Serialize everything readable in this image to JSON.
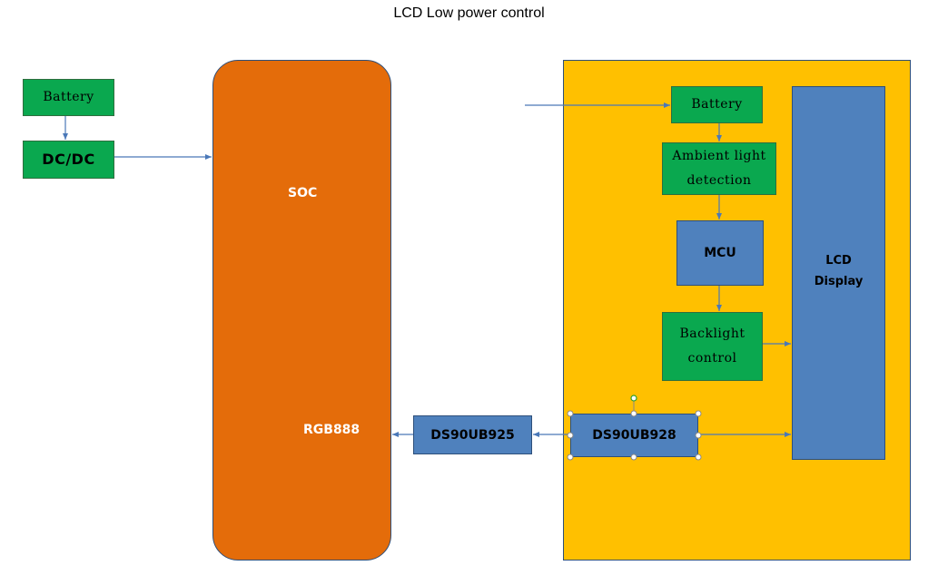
{
  "title": "LCD Low power control",
  "left": {
    "battery": "Battery",
    "dcdc": "DC/DC"
  },
  "soc": {
    "label": "SOC",
    "port": "RGB888"
  },
  "serializer": "DS90UB925",
  "panel": {
    "battery": "Battery",
    "ambient_line1": "Ambient light",
    "ambient_line2": "detection",
    "mcu": "MCU",
    "backlight_line1": "Backlight",
    "backlight_line2": "control",
    "deserializer": "DS90UB928",
    "lcd_line1": "LCD",
    "lcd_line2": "Display"
  },
  "colors": {
    "green": "#0aa84f",
    "blue": "#4f81bd",
    "orange": "#e46c0a",
    "yellow": "#ffc000",
    "wire": "#4a78b8"
  }
}
